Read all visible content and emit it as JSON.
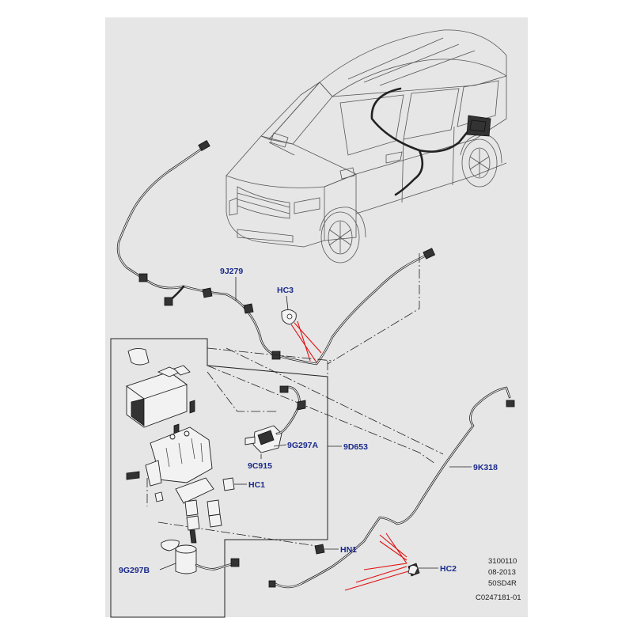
{
  "colors": {
    "panel_background": "#e6e6e6",
    "label_text": "#1a2a8a",
    "callout_lines": "#e01010",
    "linework": "#222222"
  },
  "labels": {
    "l_9J279": "9J279",
    "l_HC3": "HC3",
    "l_9G297A": "9G297A",
    "l_9D653": "9D653",
    "l_9C915": "9C915",
    "l_HC1": "HC1",
    "l_9K318": "9K318",
    "l_HN1": "HN1",
    "l_HC2": "HC2",
    "l_9G297B": "9G297B"
  },
  "reference": {
    "line1": "3100110",
    "line2": "08-2013",
    "line3": "50SD4R",
    "line4": "C0247181-01"
  }
}
